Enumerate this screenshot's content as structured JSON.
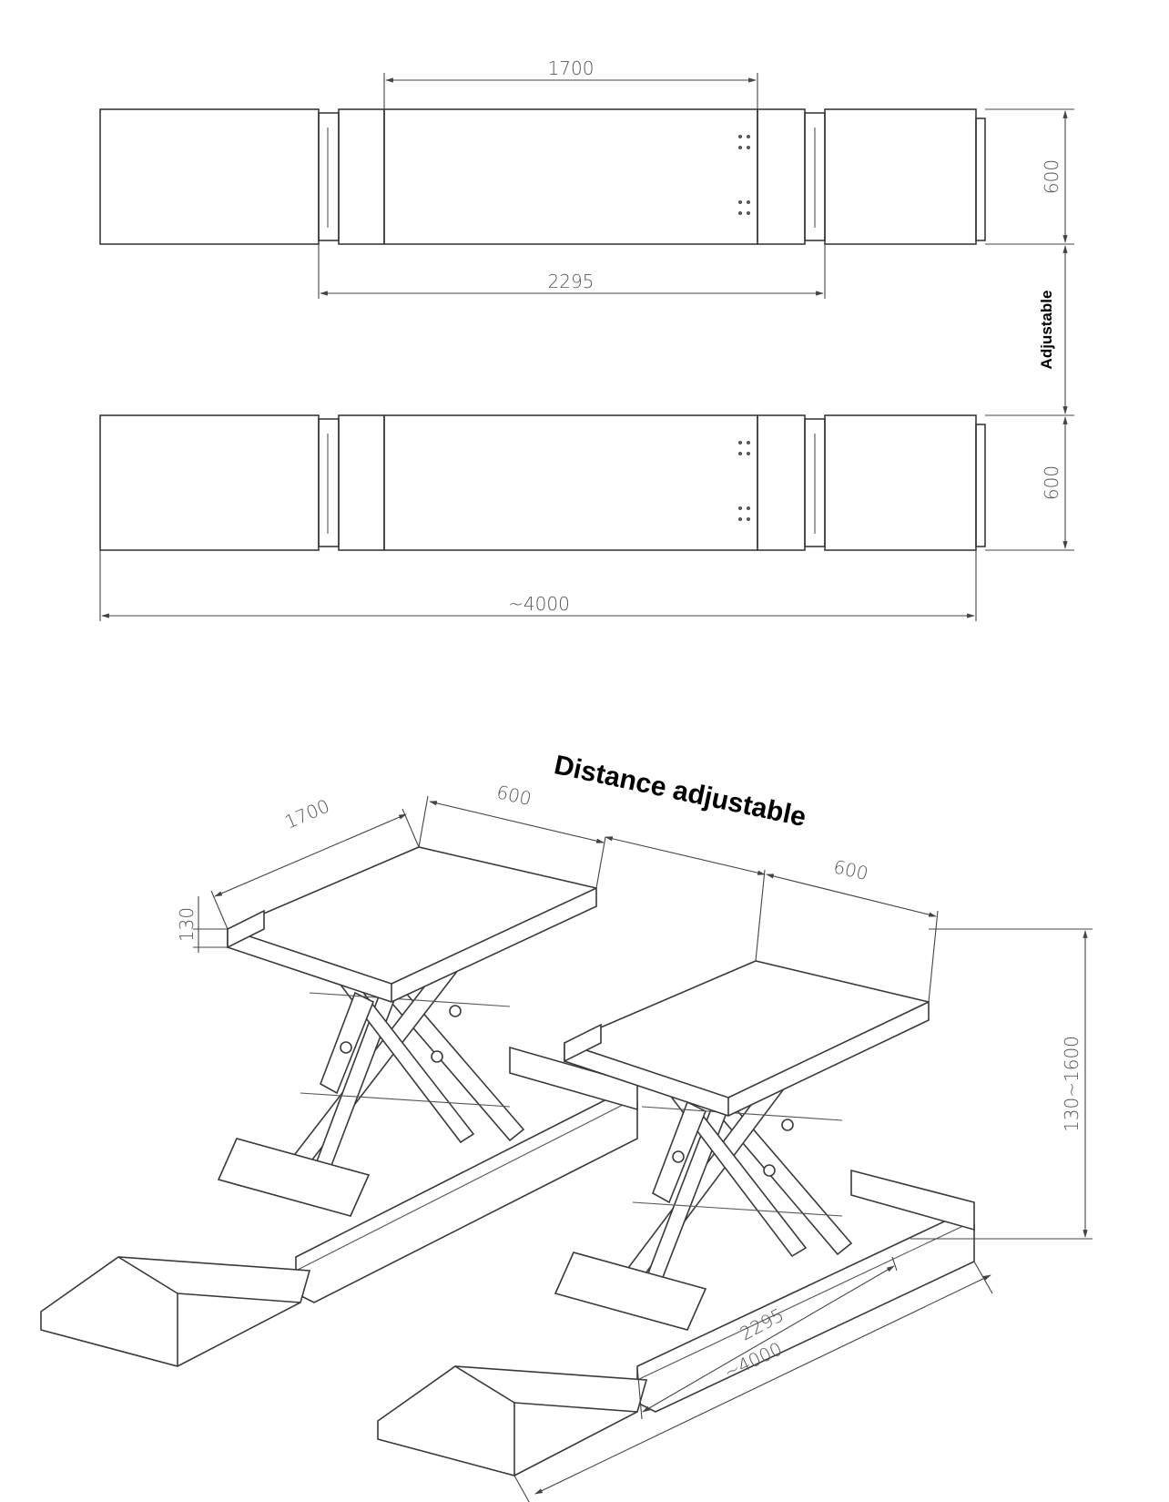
{
  "top_view": {
    "dim_platform_length": "1700",
    "dim_base_length": "2295",
    "dim_width_upper": "600",
    "dim_width_lower": "600",
    "dim_total_length": "~4000",
    "adjustable_label": "Adjustable"
  },
  "iso_view": {
    "distance_label": "Distance adjustable",
    "dim_platform_length": "1700",
    "dim_width_left": "600",
    "dim_width_right": "600",
    "dim_min_height": "130",
    "dim_height_range": "130~1600",
    "dim_base_length": "2295",
    "dim_total_length": "~4000"
  }
}
